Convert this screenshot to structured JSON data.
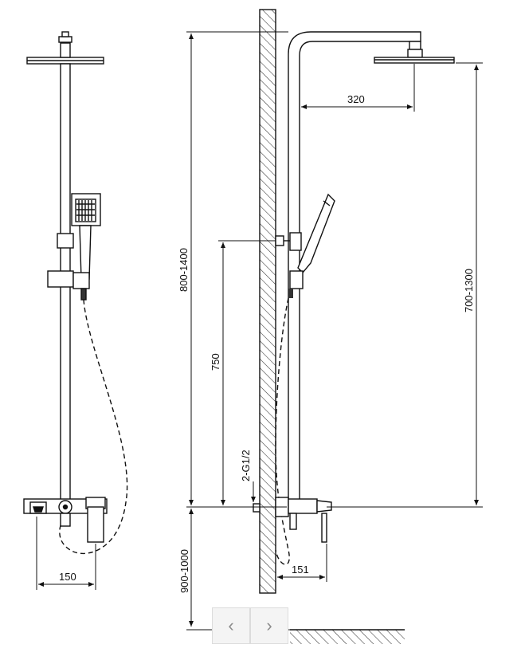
{
  "dimensions": {
    "front_width": "150",
    "arm_reach": "320",
    "rail_height": "800-1400",
    "head_height": "700-1300",
    "bracket_height": "750",
    "connection": "2-G1/2",
    "mixer_height": "900-1000",
    "mixer_depth": "151"
  },
  "pager": {
    "prev_icon": "chevron-left-icon",
    "next_icon": "chevron-right-icon",
    "prev_glyph": "‹",
    "next_glyph": "›"
  }
}
